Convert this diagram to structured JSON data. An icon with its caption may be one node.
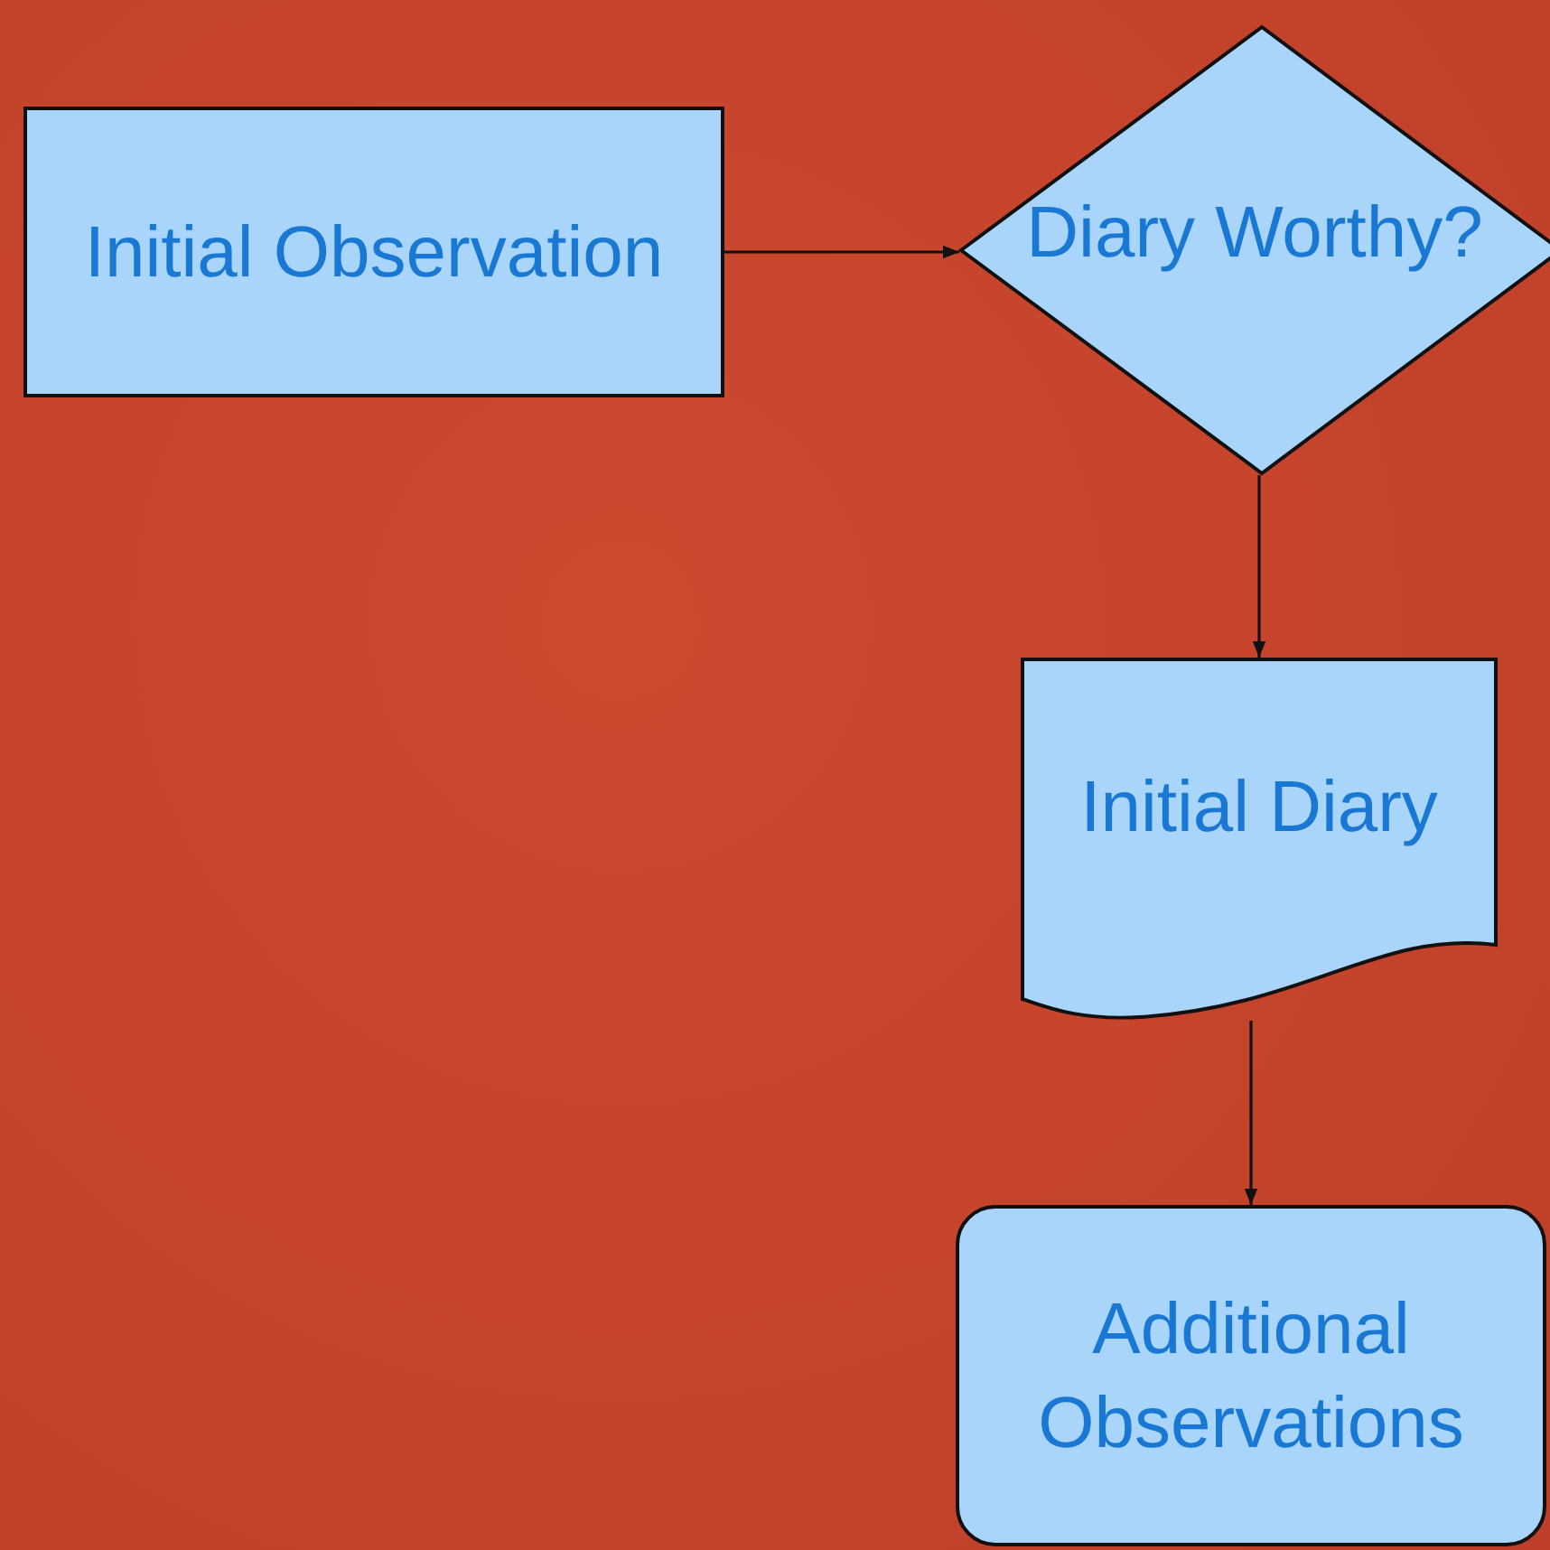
{
  "diagram": {
    "nodes": [
      {
        "text": [
          "Initial Observation"
        ]
      },
      {
        "text": [
          "Diary Worthy?"
        ]
      },
      {
        "text": [
          "Initial Diary"
        ]
      },
      {
        "text": [
          "Additional Observations"
        ]
      }
    ],
    "edges": [
      {
        "from": 0,
        "to": 1,
        "arrow": "to"
      },
      {
        "from": 1,
        "to": 2,
        "arrow": "to"
      },
      {
        "from": 2,
        "to": 3,
        "arrow": "to"
      }
    ]
  }
}
